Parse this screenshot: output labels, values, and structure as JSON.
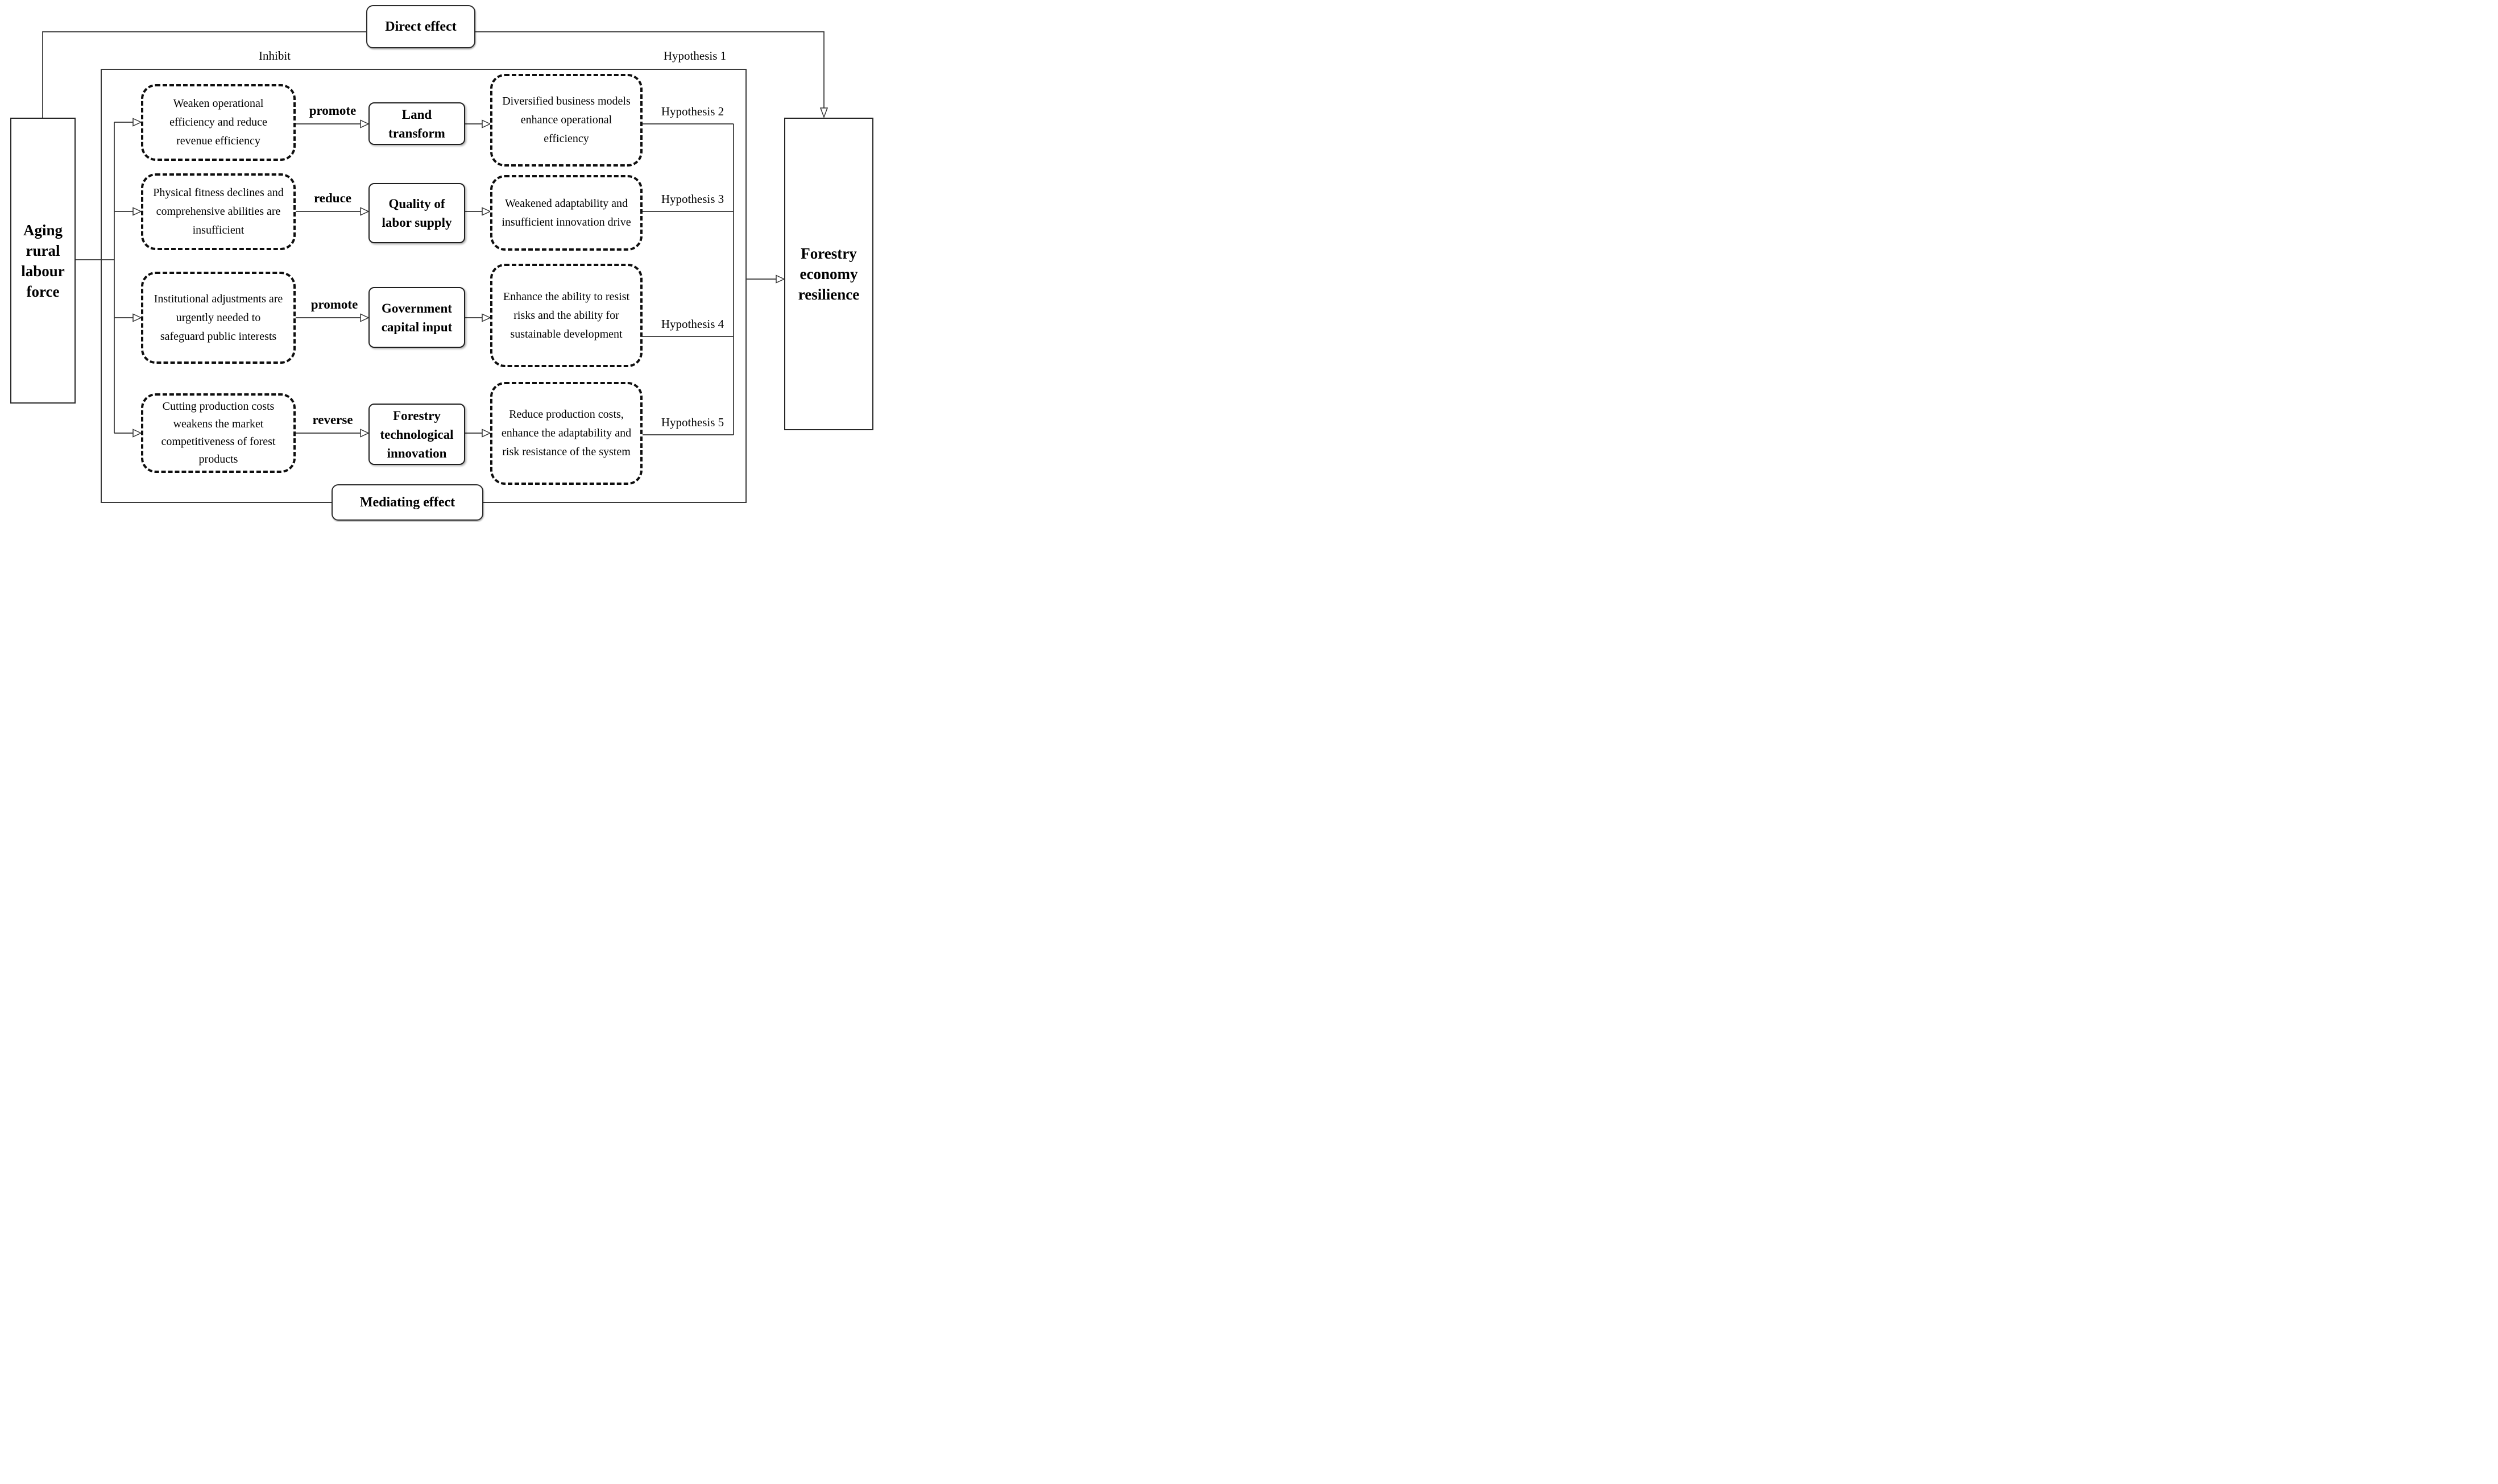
{
  "canvas": {
    "background": "#ffffff",
    "line_color": "#333333"
  },
  "top_labels": {
    "direct_effect": "Direct effect",
    "inhibit": "Inhibit",
    "hypothesis_1": "Hypothesis 1"
  },
  "bottom_labels": {
    "mediating_effect": "Mediating effect"
  },
  "source_box": {
    "lines": [
      "Aging",
      "rural",
      "labour",
      "force"
    ]
  },
  "outcome_box": {
    "lines": [
      "Forestry",
      "economy",
      "resilience"
    ]
  },
  "rows": [
    {
      "antecedent_lines": [
        "Weaken operational",
        "efficiency and reduce",
        "revenue efficiency"
      ],
      "arrow_label": "promote",
      "mediator_lines": [
        "Land",
        "transform"
      ],
      "consequence_lines": [
        "Diversified business models",
        "enhance operational",
        "efficiency"
      ],
      "hypothesis": "Hypothesis 2"
    },
    {
      "antecedent_lines": [
        "Physical fitness declines and",
        "comprehensive abilities are",
        "insufficient"
      ],
      "arrow_label": "reduce",
      "mediator_lines": [
        "Quality of",
        "labor supply"
      ],
      "consequence_lines": [
        "Weakened adaptability and",
        "insufficient innovation drive"
      ],
      "hypothesis": "Hypothesis 3"
    },
    {
      "antecedent_lines": [
        "Institutional adjustments are",
        "urgently needed to",
        "safeguard public interests"
      ],
      "arrow_label": "promote",
      "mediator_lines": [
        "Government",
        "capital input"
      ],
      "consequence_lines": [
        "Enhance the ability to resist",
        "risks and the ability for",
        "sustainable development"
      ],
      "hypothesis": "Hypothesis 4"
    },
    {
      "antecedent_lines": [
        "Cutting production costs",
        "weakens the market",
        "competitiveness of forest",
        "products"
      ],
      "arrow_label": "reverse",
      "mediator_lines": [
        "Forestry",
        "technological",
        "innovation"
      ],
      "consequence_lines": [
        "Reduce production costs,",
        "enhance the adaptability and",
        "risk resistance of the system"
      ],
      "hypothesis": "Hypothesis 5"
    }
  ]
}
